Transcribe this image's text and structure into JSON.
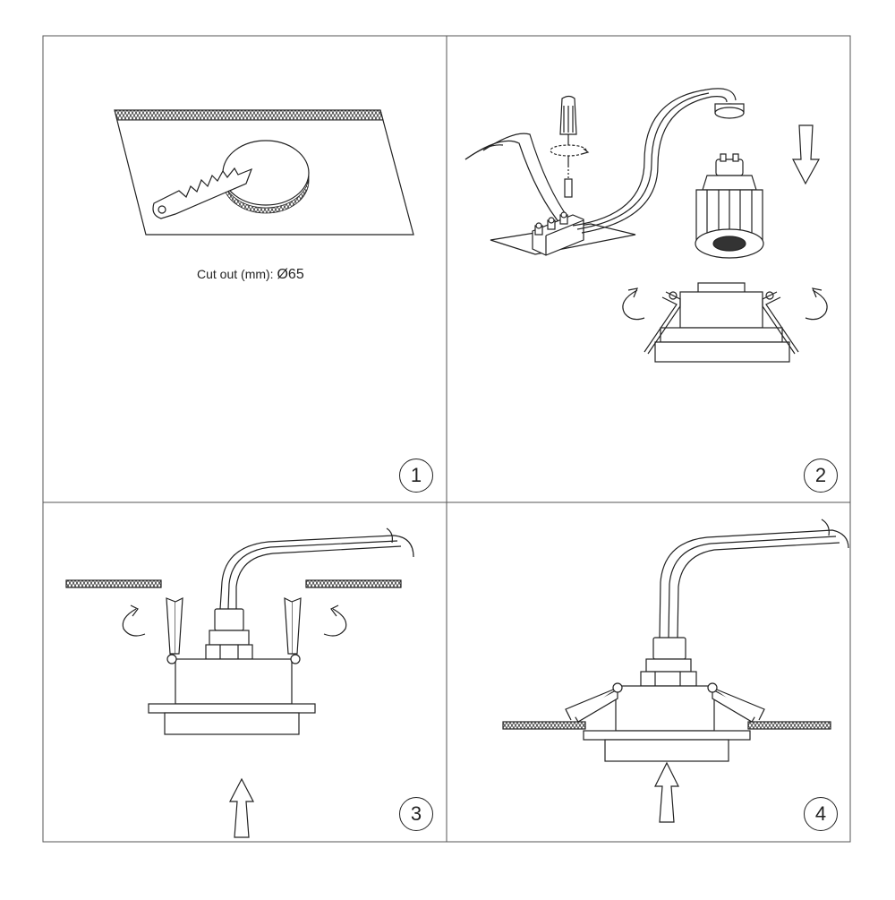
{
  "steps": [
    {
      "number": "1",
      "caption": "Cut out (mm):",
      "dimension": "Ø65"
    },
    {
      "number": "2"
    },
    {
      "number": "3"
    },
    {
      "number": "4"
    }
  ],
  "colors": {
    "line": "#222222",
    "panel_border": "#555555",
    "background": "#ffffff"
  },
  "icons": [
    "saw-icon",
    "screwdriver-icon",
    "terminal-block-icon",
    "gu10-bulb-icon",
    "lamp-socket-icon",
    "recessed-housing-icon",
    "spring-clip-icon",
    "rotate-arrow-icon",
    "push-arrow-icon",
    "ceiling-board-icon"
  ]
}
